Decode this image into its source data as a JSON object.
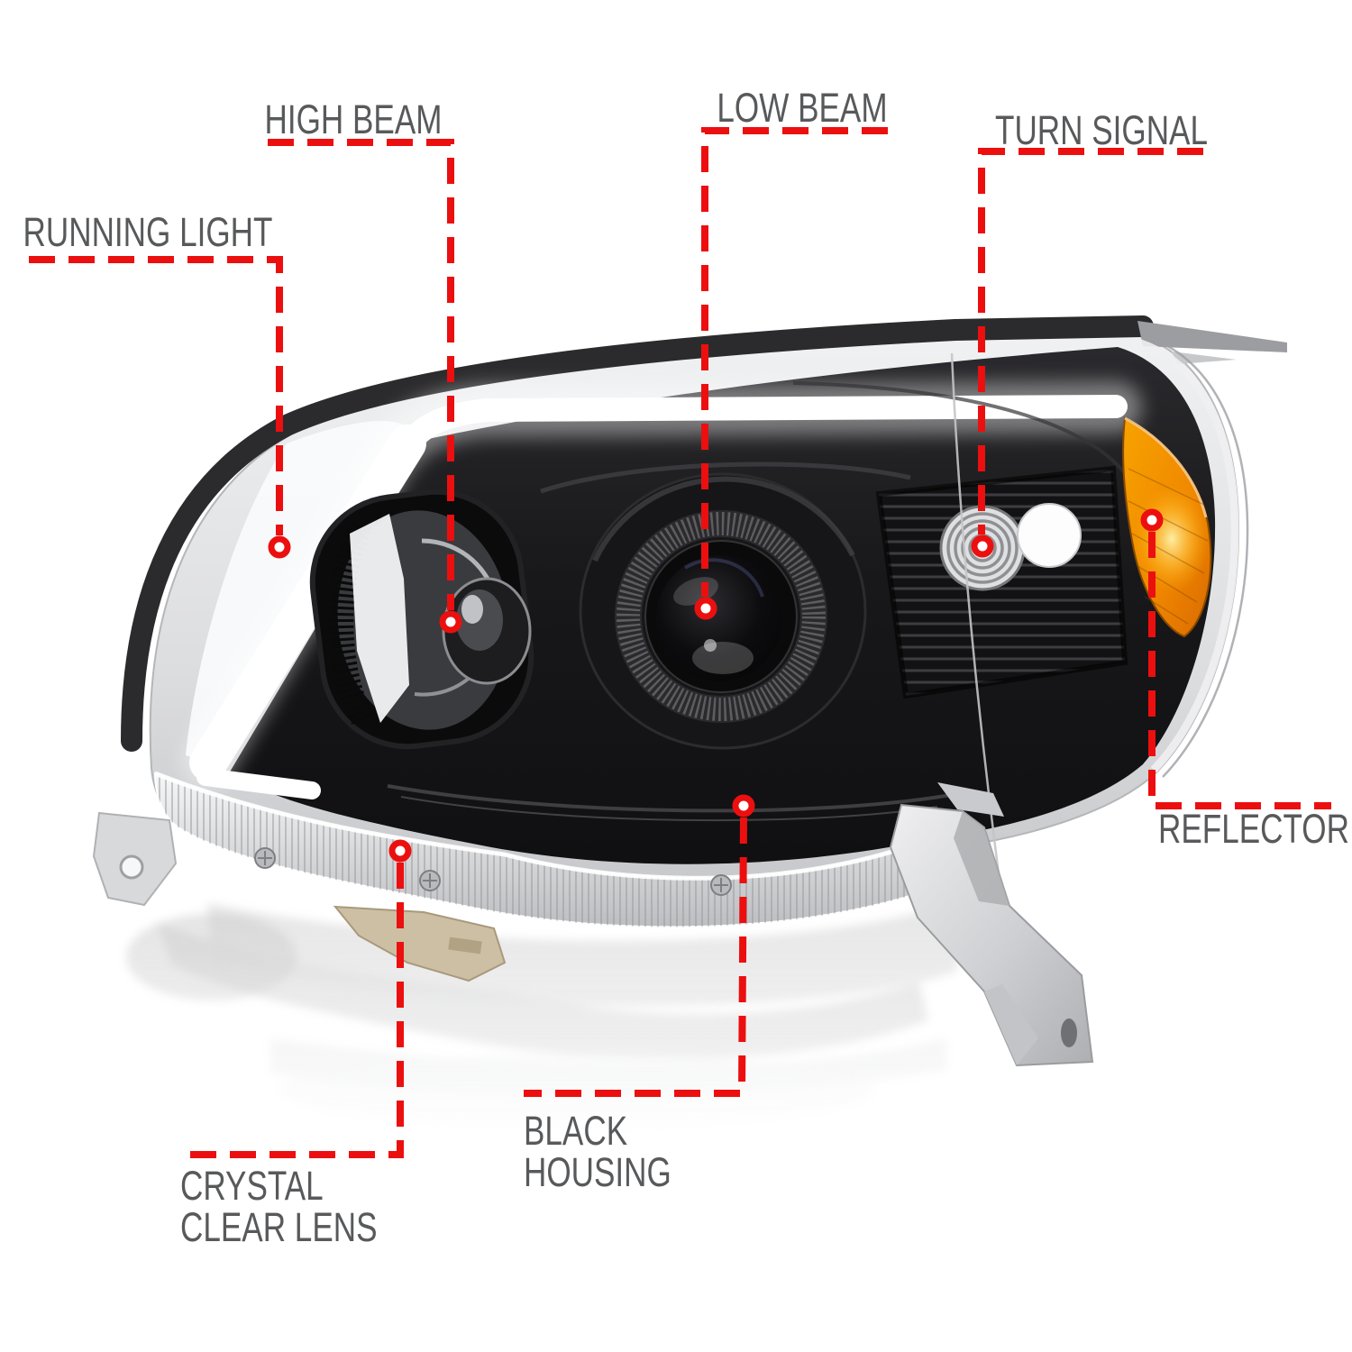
{
  "annotations": {
    "running_light": {
      "label": "RUNNING LIGHT"
    },
    "high_beam": {
      "label": "HIGH BEAM"
    },
    "low_beam": {
      "label": "LOW BEAM"
    },
    "turn_signal": {
      "label": "TURN SIGNAL"
    },
    "reflector": {
      "label": "REFLECTOR"
    },
    "crystal_clear_lens": {
      "line1": "CRYSTAL",
      "line2": "CLEAR LENS"
    },
    "black_housing": {
      "line1": "BLACK",
      "line2": "HOUSING"
    }
  },
  "colors": {
    "callout_red": "#ec0f0f",
    "label_gray": "#58595b",
    "amber": "#f29100",
    "housing_black": "#141416",
    "drl_white": "#ffffff",
    "background": "#ffffff"
  }
}
